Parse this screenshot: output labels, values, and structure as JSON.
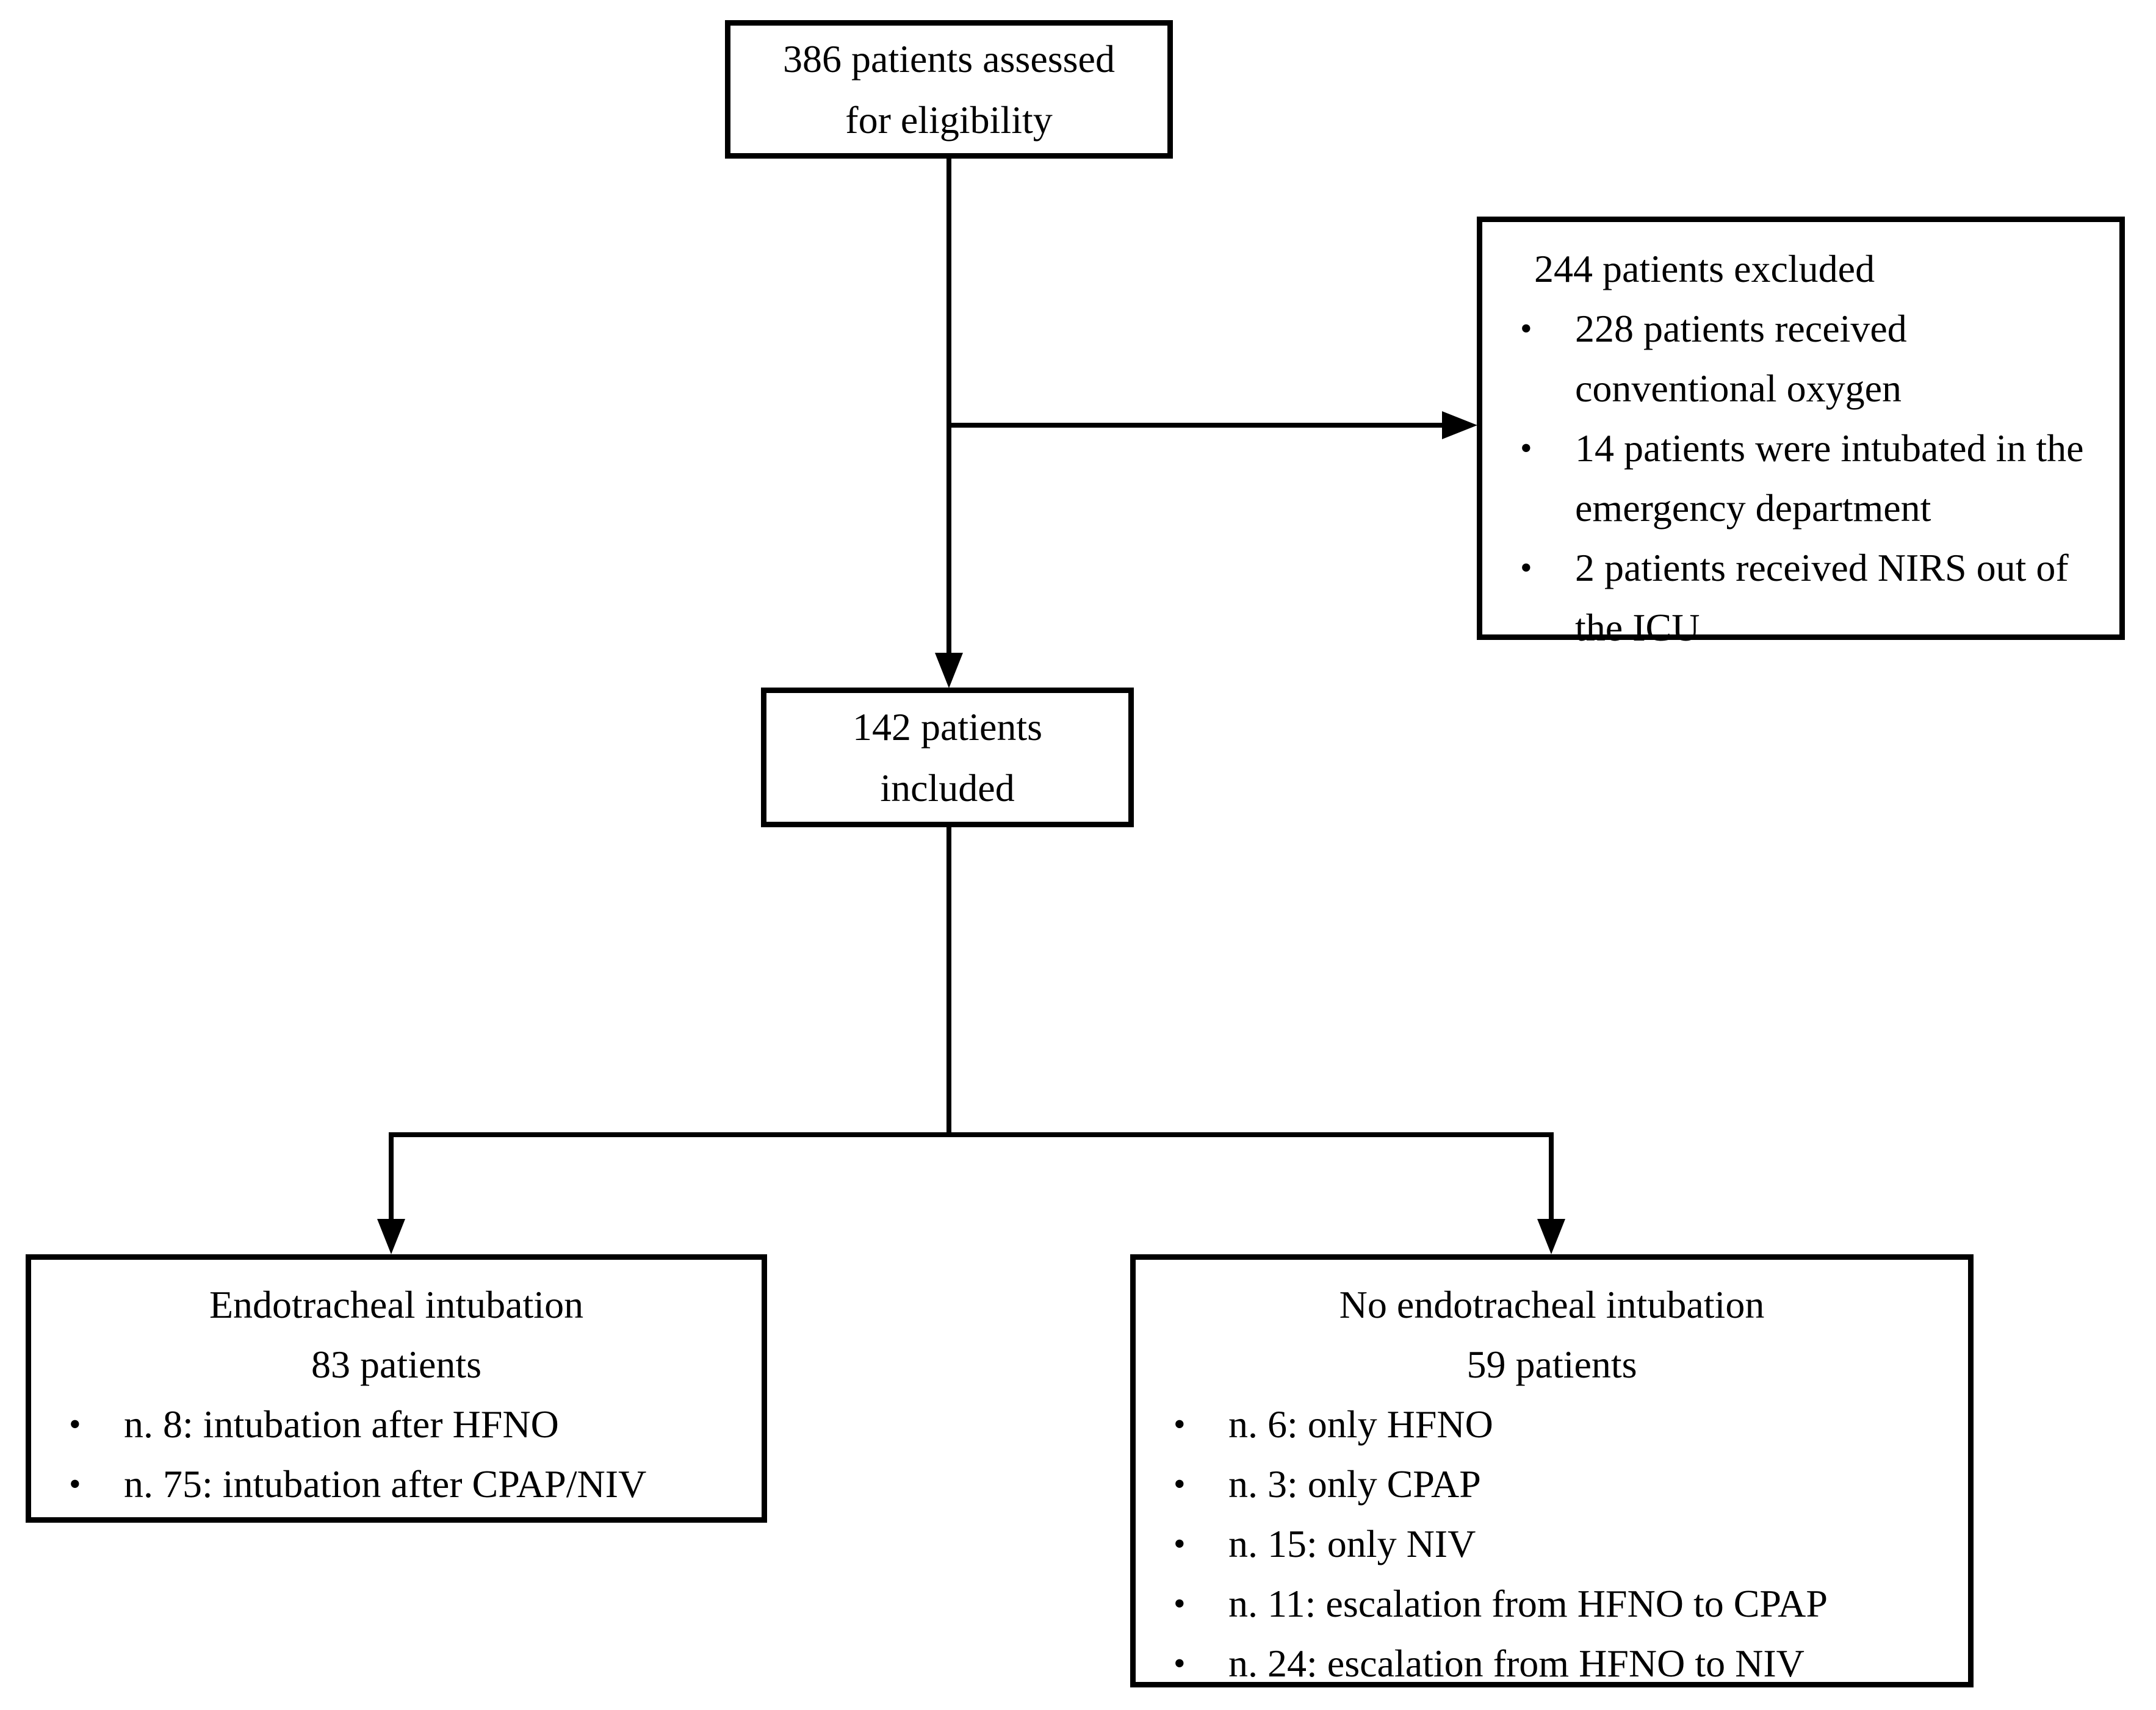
{
  "diagram": {
    "colors": {
      "background": "#ffffff",
      "line": "#000000",
      "text": "#000000"
    },
    "bullet_char": "•",
    "boxes": {
      "assessed": {
        "line1": "386 patients assessed",
        "line2": "for eligibility"
      },
      "excluded": {
        "heading": "244 patients excluded",
        "bullets": [
          "228 patients received conventional oxygen",
          "14 patients were intubated in the emergency department",
          "2 patients received NIRS out of the ICU"
        ]
      },
      "included": {
        "line1": "142 patients",
        "line2": "included"
      },
      "intubation": {
        "title_line1": "Endotracheal intubation",
        "title_line2": "83 patients",
        "bullets": [
          "n. 8: intubation after HFNO",
          "n. 75: intubation after CPAP/NIV"
        ]
      },
      "no_intubation": {
        "title_line1": "No endotracheal intubation",
        "title_line2": "59 patients",
        "bullets": [
          "n. 6: only HFNO",
          "n. 3: only CPAP",
          "n. 15: only NIV",
          "n. 11: escalation from HFNO to CPAP",
          "n. 24: escalation from HFNO to NIV"
        ]
      }
    }
  }
}
